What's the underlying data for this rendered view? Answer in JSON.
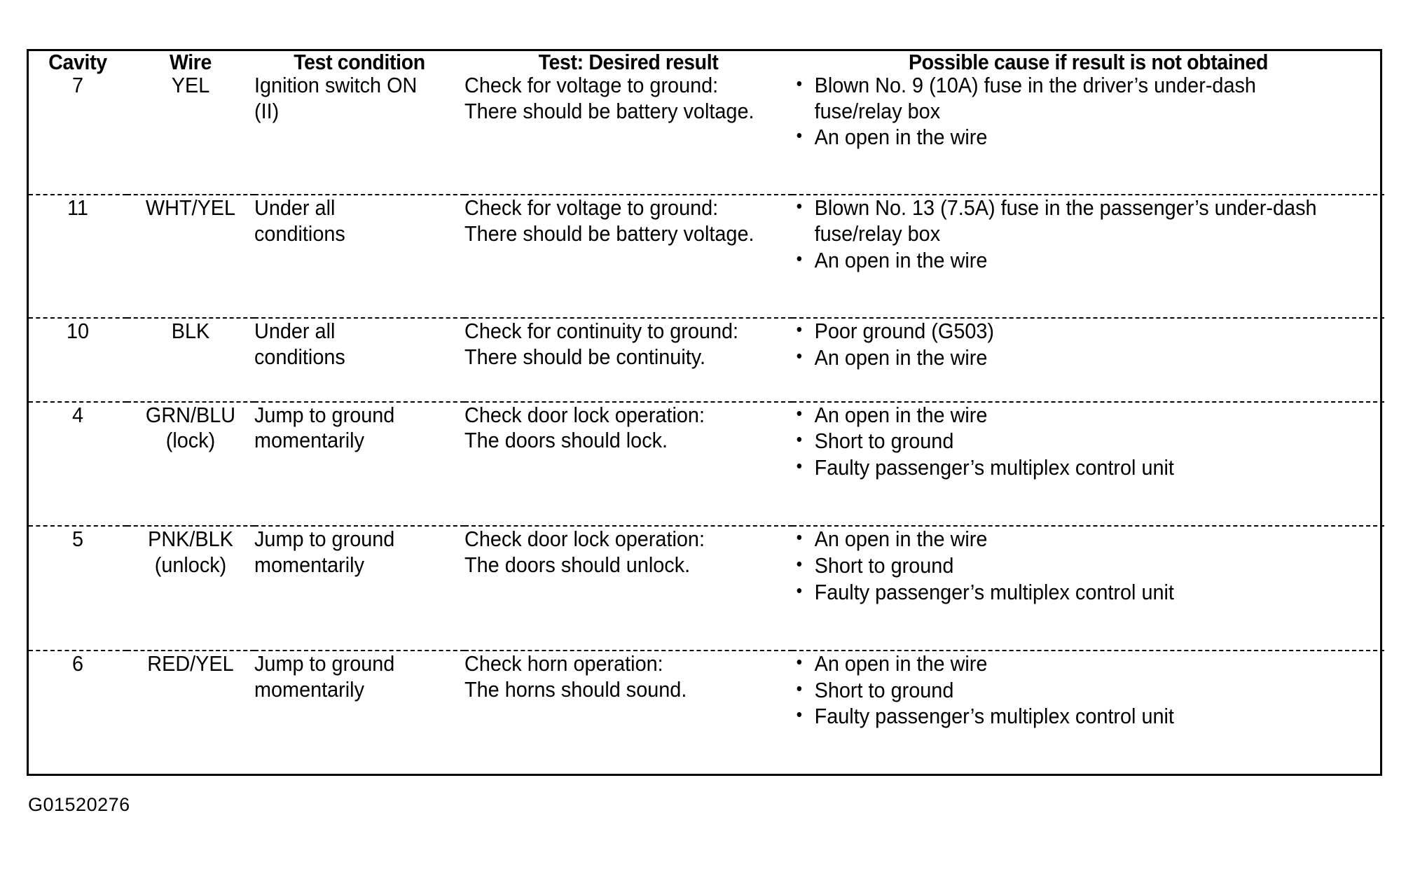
{
  "figure": {
    "code": "G01520276"
  },
  "table": {
    "columns": [
      {
        "key": "cavity",
        "label": "Cavity"
      },
      {
        "key": "wire",
        "label": "Wire"
      },
      {
        "key": "condition",
        "label": "Test condition"
      },
      {
        "key": "result",
        "label": "Test: Desired result"
      },
      {
        "key": "cause",
        "label": "Possible cause if result is not obtained"
      }
    ],
    "rows": [
      {
        "cavity": "7",
        "wire_lines": [
          "YEL"
        ],
        "condition_lines": [
          "Ignition switch ON",
          "(II)"
        ],
        "result_lines": [
          "Check for voltage to ground:",
          "There should be battery voltage."
        ],
        "causes": [
          "Blown No. 9 (10A) fuse in the driver’s under-dash fuse/relay box",
          "An open in the wire"
        ]
      },
      {
        "cavity": "11",
        "wire_lines": [
          "WHT/YEL"
        ],
        "condition_lines": [
          "Under all",
          "conditions"
        ],
        "result_lines": [
          "Check for voltage to ground:",
          "There should be battery voltage."
        ],
        "causes": [
          "Blown No. 13 (7.5A) fuse in the passenger’s under-dash fuse/relay box",
          "An open in the wire"
        ]
      },
      {
        "cavity": "10",
        "wire_lines": [
          "BLK"
        ],
        "condition_lines": [
          "Under all",
          "conditions"
        ],
        "result_lines": [
          "Check for continuity to ground:",
          "There should be continuity."
        ],
        "causes": [
          "Poor ground (G503)",
          "An open in the wire"
        ]
      },
      {
        "cavity": "4",
        "wire_lines": [
          "GRN/BLU",
          "(lock)"
        ],
        "condition_lines": [
          "Jump to ground",
          "momentarily"
        ],
        "result_lines": [
          "Check door lock operation:",
          "The doors should lock."
        ],
        "causes": [
          "An open in the wire",
          "Short to ground",
          "Faulty passenger’s multiplex control unit"
        ]
      },
      {
        "cavity": "5",
        "wire_lines": [
          "PNK/BLK",
          "(unlock)"
        ],
        "condition_lines": [
          "Jump to ground",
          "momentarily"
        ],
        "result_lines": [
          "Check door lock operation:",
          "The doors should unlock."
        ],
        "causes": [
          "An open in the wire",
          "Short to ground",
          "Faulty passenger’s multiplex control unit"
        ]
      },
      {
        "cavity": "6",
        "wire_lines": [
          "RED/YEL"
        ],
        "condition_lines": [
          "Jump to ground",
          "momentarily"
        ],
        "result_lines": [
          "Check horn operation:",
          "The horns should sound."
        ],
        "causes": [
          "An open in the wire",
          "Short to ground",
          "Faulty passenger’s multiplex control unit"
        ]
      }
    ]
  }
}
